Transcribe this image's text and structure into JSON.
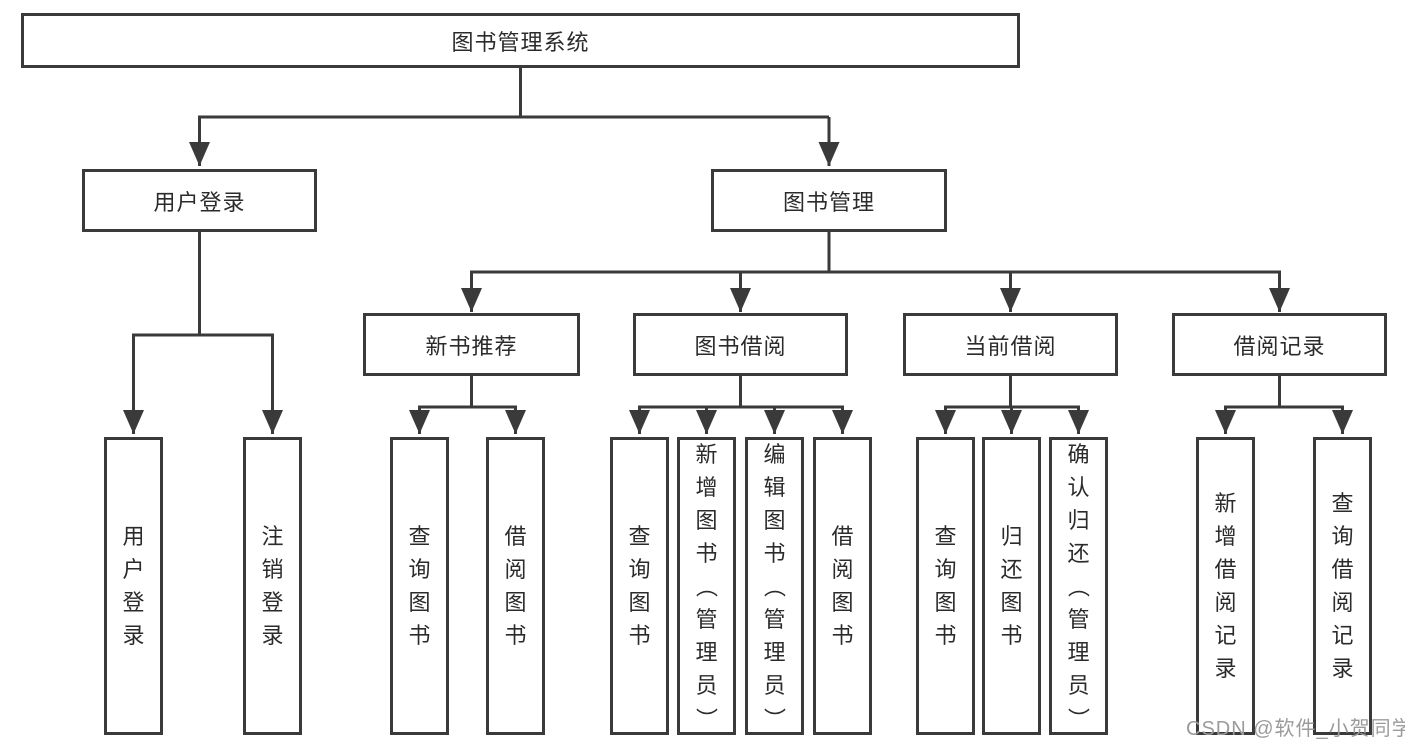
{
  "diagram": {
    "root": {
      "label": "图书管理系统",
      "children": [
        {
          "label": "用户登录",
          "children": [
            {
              "label": "用户登录"
            },
            {
              "label": "注销登录"
            }
          ]
        },
        {
          "label": "图书管理",
          "children": [
            {
              "label": "新书推荐",
              "children": [
                {
                  "label": "查询图书"
                },
                {
                  "label": "借阅图书"
                }
              ]
            },
            {
              "label": "图书借阅",
              "children": [
                {
                  "label": "查询图书"
                },
                {
                  "label": "新增图书（管理员）"
                },
                {
                  "label": "编辑图书（管理员）"
                },
                {
                  "label": "借阅图书"
                }
              ]
            },
            {
              "label": "当前借阅",
              "children": [
                {
                  "label": "查询图书"
                },
                {
                  "label": "归还图书"
                },
                {
                  "label": "确认归还（管理员）"
                }
              ]
            },
            {
              "label": "借阅记录",
              "children": [
                {
                  "label": "新增借阅记录"
                },
                {
                  "label": "查询借阅记录"
                }
              ]
            }
          ]
        }
      ]
    }
  },
  "watermark": {
    "text": "CSDN @软件_小贺同学"
  },
  "colors": {
    "line": "#3a3a3a",
    "box_border": "#3a3a3a",
    "text": "#2b2b2b",
    "background": "#ffffff",
    "watermark": "#9b9b9b"
  }
}
